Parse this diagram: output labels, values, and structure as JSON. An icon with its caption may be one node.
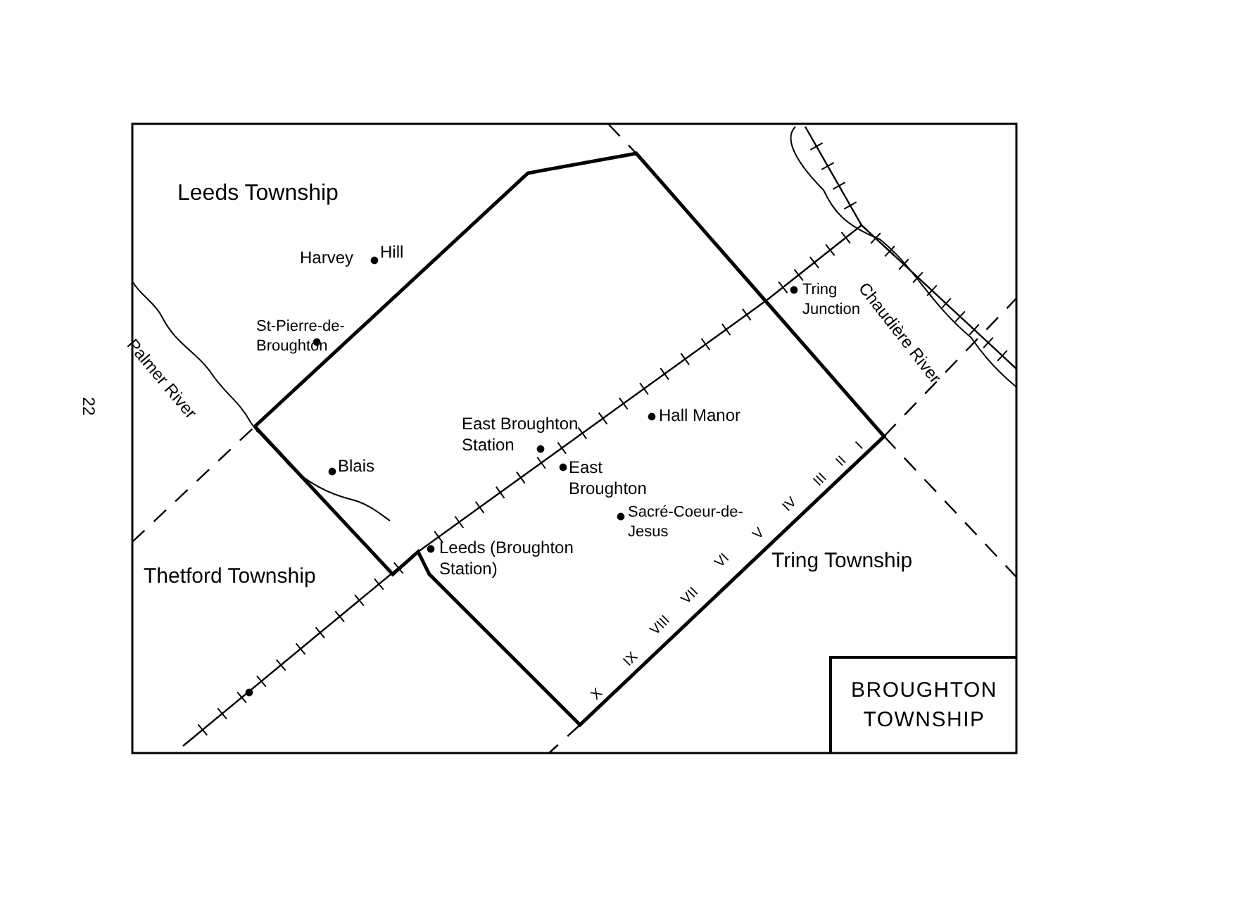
{
  "diagram": {
    "title": "BROUGHTON TOWNSHIP",
    "labels": [
      "Leeds Township",
      "Harvey",
      "Hill",
      "Tring Junction",
      "St-Pierre-de-Broughton",
      "Palmer River",
      "Chaudière River",
      "East Broughton Station",
      "Hall Manor",
      "Blais",
      "East Broughton",
      "Sacré-Coeur-de-Jesus",
      "Leeds (Broughton Station)",
      "Thetford Township",
      "Tring Township",
      "I",
      "II",
      "III",
      "IV",
      "V",
      "VI",
      "VII",
      "VIII",
      "IX",
      "X",
      "22"
    ]
  }
}
